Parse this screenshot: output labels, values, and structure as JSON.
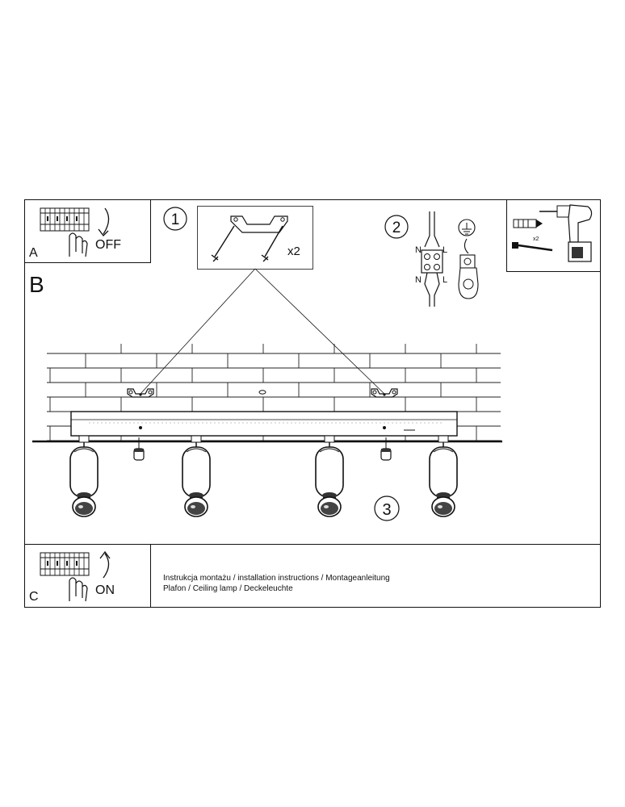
{
  "panels": {
    "a": {
      "letter": "A",
      "action": "OFF"
    },
    "b": {
      "letter": "B"
    },
    "c": {
      "letter": "C",
      "action": "ON"
    }
  },
  "steps": {
    "one": "1",
    "two": "2",
    "three": "3"
  },
  "step1": {
    "quantity": "x2"
  },
  "step2": {
    "neutral": "N",
    "live": "L"
  },
  "tools": {
    "quantity": "x2"
  },
  "caption": {
    "line1": "Instrukcja montażu / installation instructions / Montageanleitung",
    "line2": "Plafon / Ceiling lamp / Deckeleuchte"
  }
}
